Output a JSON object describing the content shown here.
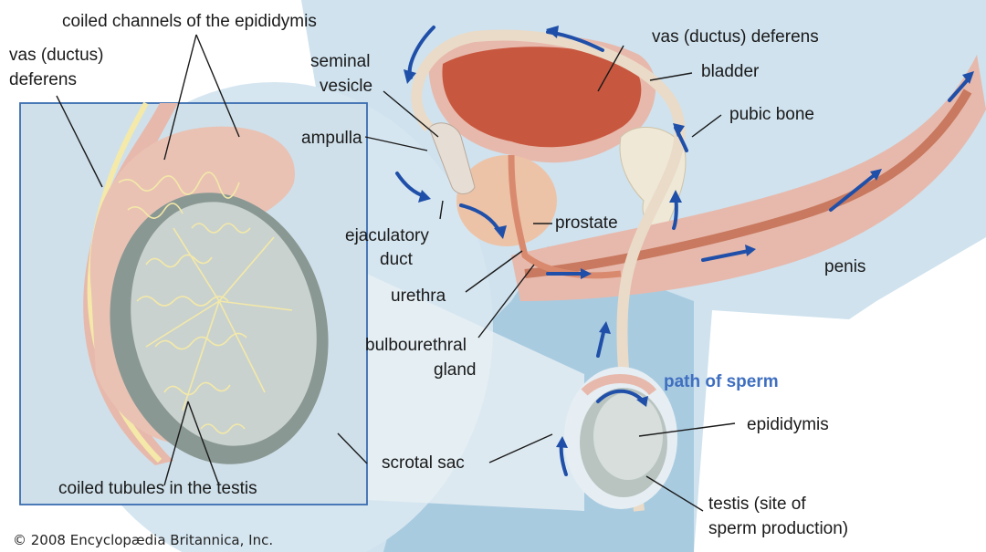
{
  "colors": {
    "background_blue": "#cfe2ee",
    "body_blue": "#a9cbe0",
    "sperm_path": "#1f4fa8",
    "tissue_pink": "#e7b9ac",
    "bladder_red": "#c8573f",
    "tubule_yellow": "#f4e9a8",
    "testis_gray": "#c9d2cf",
    "inset_border": "#3a6db0"
  },
  "labels": {
    "epididymis_channels": "coiled channels of the epididymis",
    "vas_inset_1": "vas (ductus)",
    "vas_inset_2": "deferens",
    "seminal_vesicle_1": "seminal",
    "seminal_vesicle_2": "vesicle",
    "vas_main": "vas (ductus) deferens",
    "bladder": "bladder",
    "pubic_bone": "pubic bone",
    "ampulla": "ampulla",
    "prostate": "prostate",
    "ejaculatory_1": "ejaculatory",
    "ejaculatory_2": "duct",
    "penis": "penis",
    "urethra": "urethra",
    "bulbourethral_1": "bulbourethral",
    "bulbourethral_2": "gland",
    "path_of_sperm": "path of sperm",
    "epididymis": "epididymis",
    "scrotal_sac": "scrotal sac",
    "coiled_tubules": "coiled tubules in the testis",
    "testis_1": "testis (site of",
    "testis_2": "sperm production)",
    "copyright": "© 2008 Encyclopædia Britannica, Inc."
  }
}
